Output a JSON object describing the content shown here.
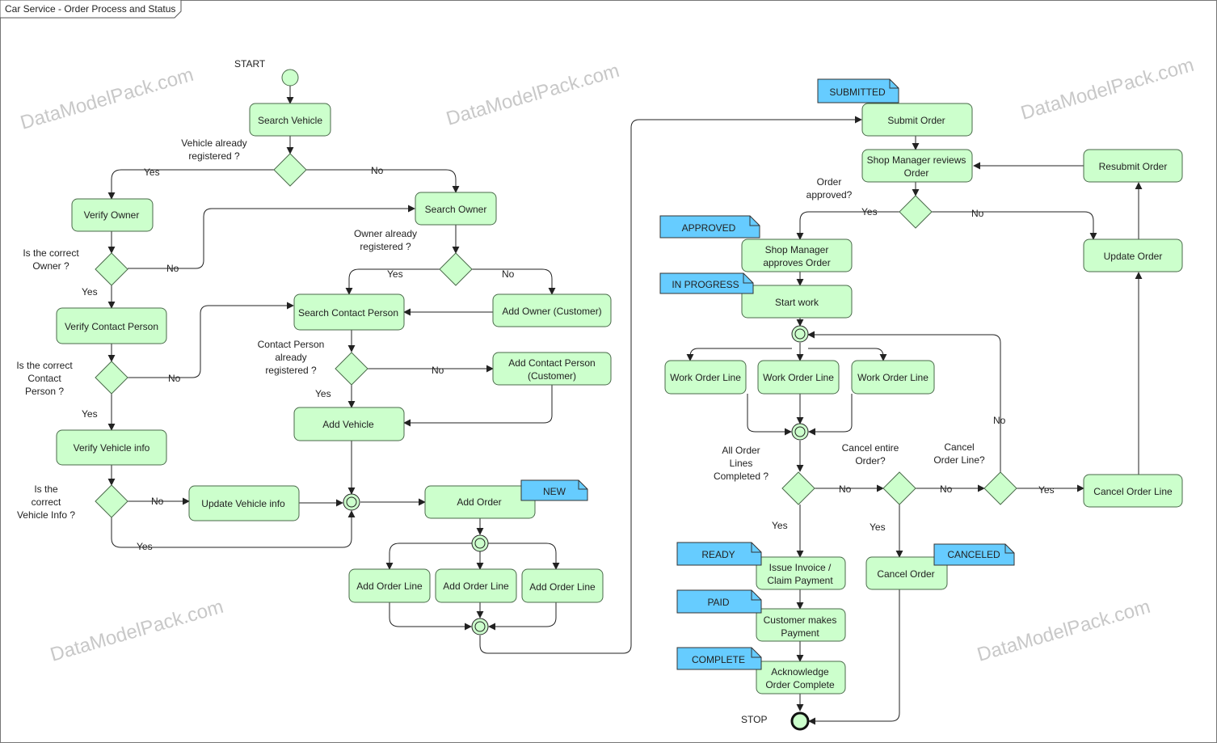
{
  "title": "Car Service - Order Process and Status",
  "watermark": "DataModelPack.com",
  "colors": {
    "action_fill": "#ccffcc",
    "action_stroke": "#4a6a4a",
    "note_fill": "#66ccff",
    "line": "#222222"
  },
  "markers": {
    "start": "START",
    "stop": "STOP"
  },
  "actions": {
    "search_vehicle": "Search Vehicle",
    "verify_owner": "Verify Owner",
    "search_owner": "Search Owner",
    "verify_contact_person": "Verify Contact Person",
    "search_contact_person": "Search Contact Person",
    "add_owner": "Add Owner (Customer)",
    "add_contact_person_1": "Add Contact Person",
    "add_contact_person_2": "(Customer)",
    "verify_vehicle_info": "Verify Vehicle info",
    "add_vehicle": "Add Vehicle",
    "update_vehicle_info": "Update Vehicle info",
    "add_order": "Add Order",
    "add_order_line": "Add Order Line",
    "submit_order": "Submit Order",
    "shop_manager_reviews_1": "Shop Manager reviews",
    "shop_manager_reviews_2": "Order",
    "resubmit_order": "Resubmit Order",
    "update_order": "Update Order",
    "shop_manager_approves_1": "Shop Manager",
    "shop_manager_approves_2": "approves Order",
    "start_work": "Start work",
    "work_order_line": "Work Order Line",
    "cancel_order_line": "Cancel Order Line",
    "cancel_order": "Cancel Order",
    "issue_invoice_1": "Issue Invoice /",
    "issue_invoice_2": "Claim Payment",
    "customer_payment_1": "Customer makes",
    "customer_payment_2": "Payment",
    "acknowledge_1": "Acknowledge",
    "acknowledge_2": "Order Complete"
  },
  "statuses": {
    "new": "NEW",
    "submitted": "SUBMITTED",
    "approved": "APPROVED",
    "in_progress": "IN PROGRESS",
    "ready": "READY",
    "paid": "PAID",
    "complete": "COMPLETE",
    "canceled": "CANCELED"
  },
  "questions": {
    "vehicle_registered_1": "Vehicle already",
    "vehicle_registered_2": "registered ?",
    "correct_owner_1": "Is the correct",
    "correct_owner_2": "Owner ?",
    "owner_registered_1": "Owner already",
    "owner_registered_2": "registered ?",
    "correct_contact_1": "Is the correct",
    "correct_contact_2": "Contact",
    "correct_contact_3": "Person ?",
    "contact_registered_1": "Contact Person",
    "contact_registered_2": "already",
    "contact_registered_3": "registered ?",
    "correct_vehicle_1": "Is the",
    "correct_vehicle_2": "correct",
    "correct_vehicle_3": "Vehicle Info ?",
    "order_approved_1": "Order",
    "order_approved_2": "approved?",
    "lines_completed_1": "All Order",
    "lines_completed_2": "Lines",
    "lines_completed_3": "Completed ?",
    "cancel_entire_1": "Cancel entire",
    "cancel_entire_2": "Order?",
    "cancel_line_1": "Cancel",
    "cancel_line_2": "Order Line?"
  },
  "branch_labels": {
    "yes": "Yes",
    "no": "No"
  }
}
